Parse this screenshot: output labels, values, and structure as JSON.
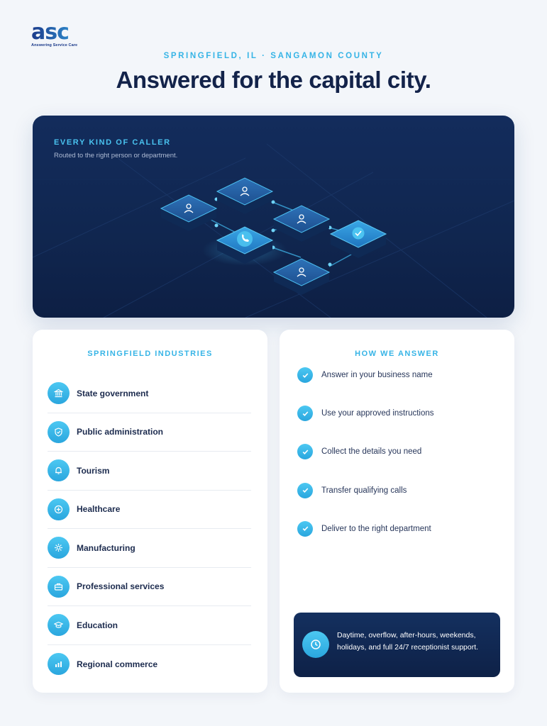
{
  "brand": {
    "logo_text": "asc",
    "tagline": "Answering Service Care"
  },
  "header": {
    "eyebrow": "SPRINGFIELD, IL · SANGAMON COUNTY",
    "headline": "Answered for the capital city."
  },
  "hero": {
    "title": "EVERY KIND OF CALLER",
    "subtitle": "Routed to the right person or department."
  },
  "industries": {
    "title": "SPRINGFIELD INDUSTRIES",
    "items": [
      {
        "label": "State government",
        "icon": "capitol-building-icon"
      },
      {
        "label": "Public administration",
        "icon": "shield-check-icon"
      },
      {
        "label": "Tourism",
        "icon": "bell-icon"
      },
      {
        "label": "Healthcare",
        "icon": "medical-cross-icon"
      },
      {
        "label": "Manufacturing",
        "icon": "gear-icon"
      },
      {
        "label": "Professional services",
        "icon": "briefcase-icon"
      },
      {
        "label": "Education",
        "icon": "graduation-cap-icon"
      },
      {
        "label": "Regional commerce",
        "icon": "bar-chart-icon"
      }
    ]
  },
  "how": {
    "title": "HOW WE ANSWER",
    "items": [
      "Answer in your business name",
      "Use your approved instructions",
      "Collect the details you need",
      "Transfer qualifying calls",
      "Deliver to the right department"
    ],
    "callout_text": "Daytime, overflow, after-hours, weekends, holidays, and full 24/7 receptionist support.",
    "callout_icon": "clock-icon"
  },
  "colors": {
    "accent": "#36b4e6",
    "navy": "#13234a",
    "hero_bg": "#10264f"
  }
}
